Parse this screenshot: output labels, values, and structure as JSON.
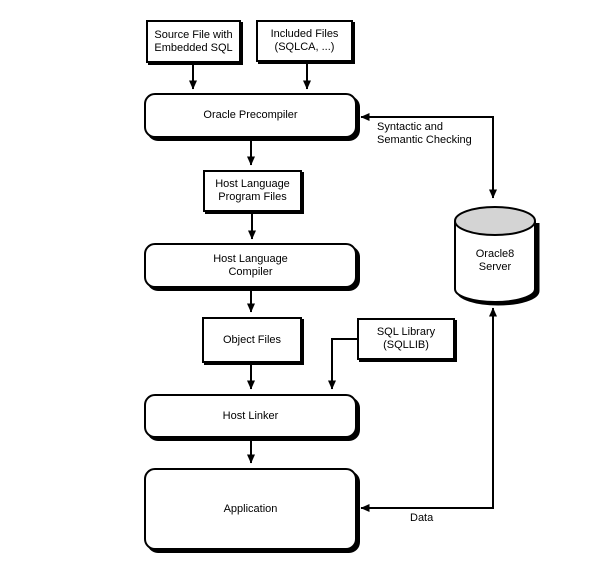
{
  "diagram": {
    "background_color": "#ffffff",
    "line_color": "#000000",
    "cylinder_top_color": "#d4d4d4",
    "nodes": {
      "source_file": {
        "label": "Source File with\nEmbedded SQL",
        "shape": "rectangle"
      },
      "included_files": {
        "label": "Included Files\n(SQLCA, ...)",
        "shape": "rectangle"
      },
      "oracle_precompiler": {
        "label": "Oracle Precompiler",
        "shape": "rounded"
      },
      "host_language_program_files": {
        "label": "Host Language\nProgram Files",
        "shape": "rectangle"
      },
      "host_language_compiler": {
        "label": "Host Language\nCompiler",
        "shape": "rounded"
      },
      "object_files": {
        "label": "Object Files",
        "shape": "rectangle"
      },
      "sql_library": {
        "label": "SQL Library\n(SQLLIB)",
        "shape": "rectangle"
      },
      "host_linker": {
        "label": "Host Linker",
        "shape": "rounded"
      },
      "application": {
        "label": "Application",
        "shape": "rounded"
      },
      "oracle8_server": {
        "label": "Oracle8\nServer",
        "shape": "cylinder"
      }
    },
    "edge_labels": {
      "syntactic_semantic": "Syntactic and\nSemantic Checking",
      "data": "Data"
    }
  }
}
